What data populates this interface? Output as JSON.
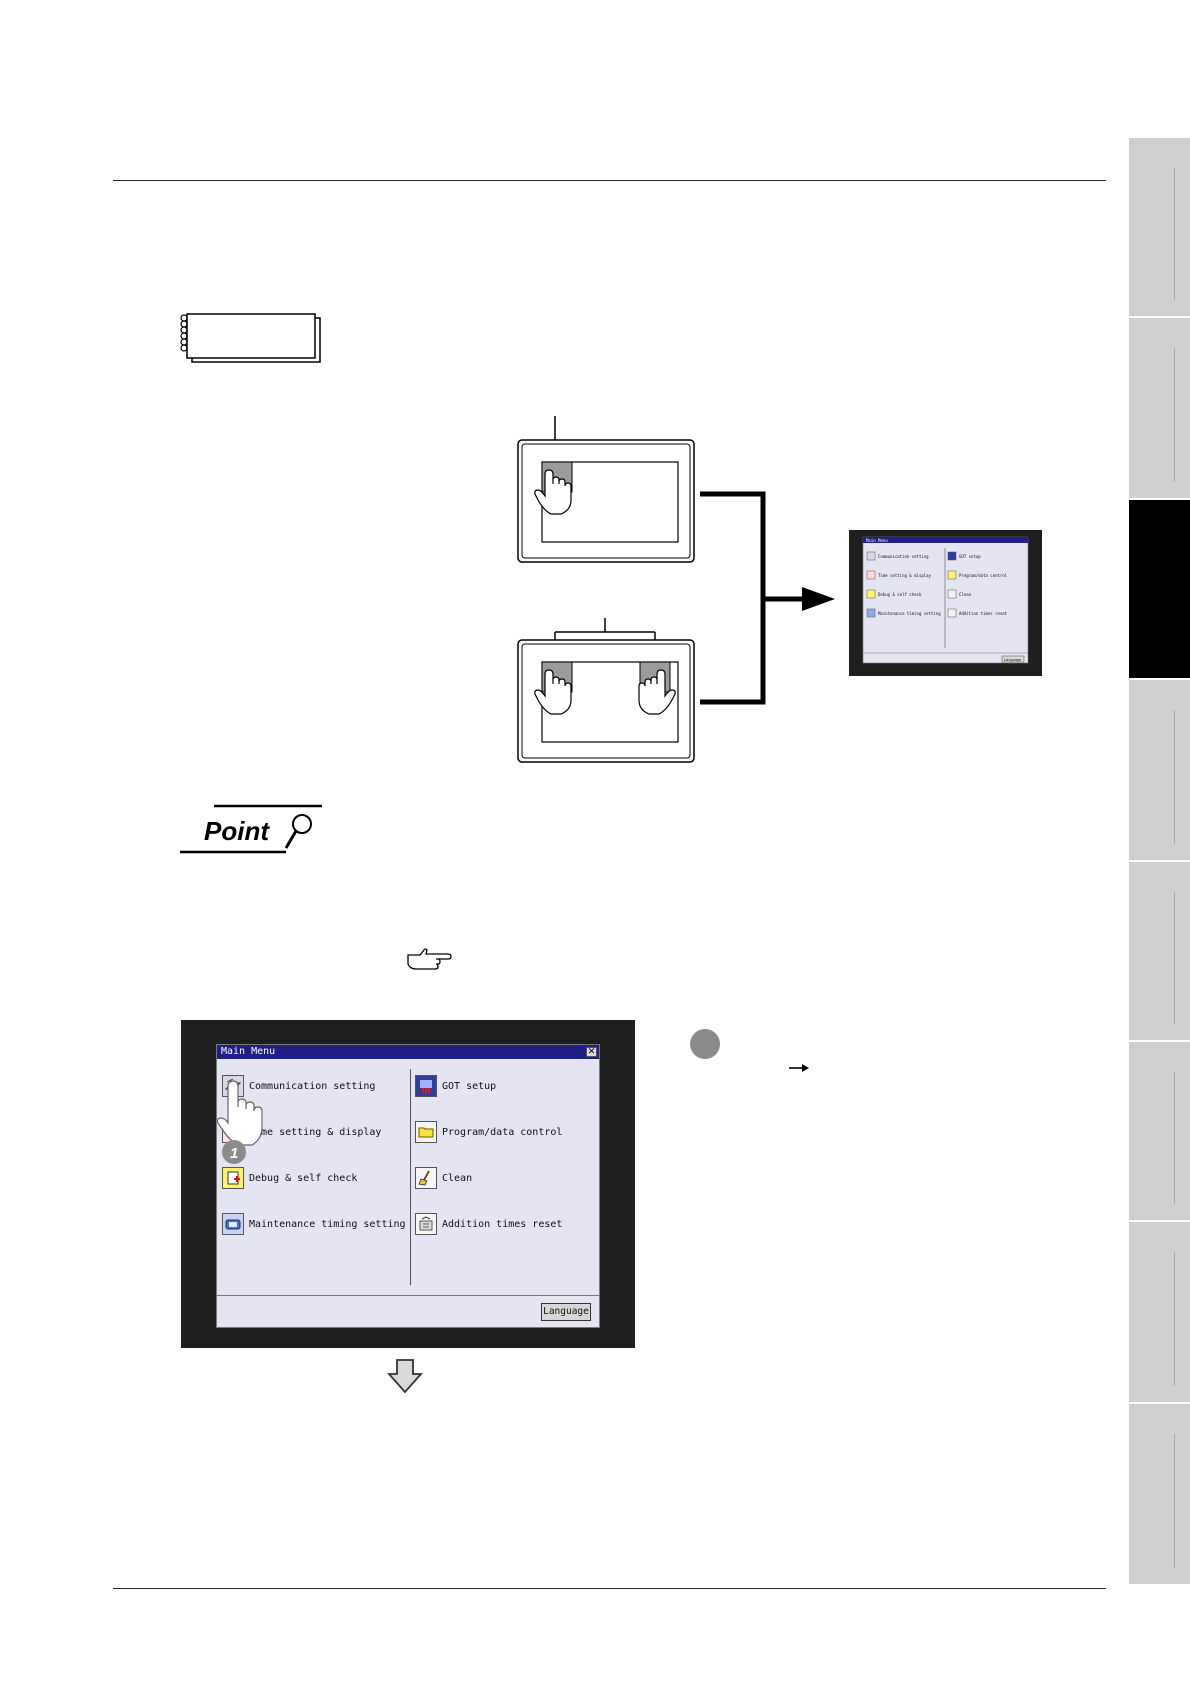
{
  "got_screen": {
    "window_title": "Main Menu",
    "close_symbol": "✕",
    "left_items": [
      {
        "label": "Communication setting",
        "icon": "communication-icon"
      },
      {
        "label": "Time setting & display",
        "icon": "clock-icon"
      },
      {
        "label": "Debug & self check",
        "icon": "debug-icon"
      },
      {
        "label": "Maintenance timing setting",
        "icon": "maintenance-icon"
      }
    ],
    "right_items": [
      {
        "label": "GOT setup",
        "icon": "got-setup-icon"
      },
      {
        "label": "Program/data control",
        "icon": "folder-icon"
      },
      {
        "label": "Clean",
        "icon": "clean-icon"
      },
      {
        "label": "Addition times reset",
        "icon": "reset-icon"
      }
    ],
    "language_button": "Language",
    "step_marker": "1"
  },
  "mini_screen": {
    "window_title": "Main Menu",
    "left_items": [
      "Communication setting",
      "Time setting & display",
      "Debug & self check",
      "Maintenance timing setting"
    ],
    "right_items": [
      "GOT setup",
      "Program/data control",
      "Clean",
      "Addition times reset"
    ],
    "language_button": "Language"
  },
  "badges": {
    "point_label": "Point"
  },
  "colors": {
    "title_bar": "#1f1f85",
    "window_bg": "#e4e4f2",
    "bezel": "#1e1e1e",
    "active_tab": "#000000",
    "tab": "#cfcfcf"
  }
}
